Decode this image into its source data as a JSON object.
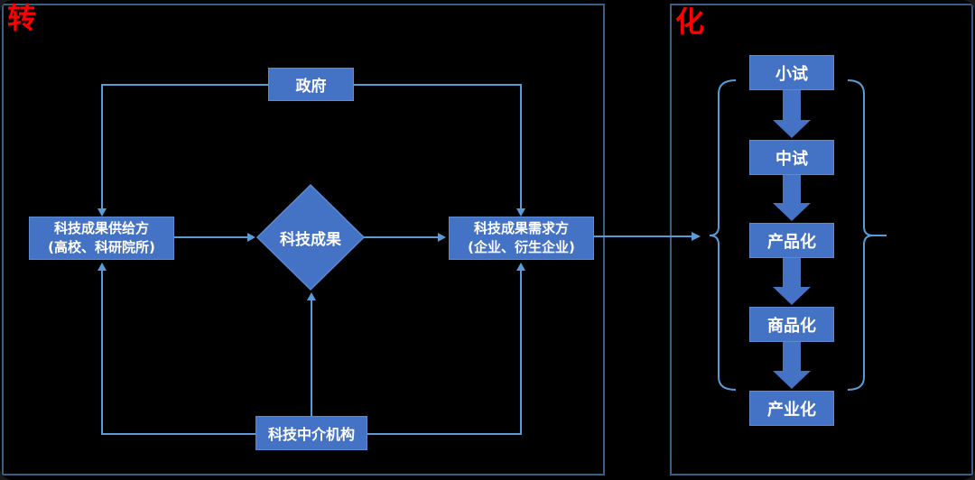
{
  "colors": {
    "background": "#000000",
    "panel_border": "#3a5f85",
    "connector": "#5b9bd5",
    "box_fill": "#4472c4",
    "box_text": "#ffffff",
    "corner_label_red": "#ff0000"
  },
  "left_panel": {
    "label": "转",
    "nodes": {
      "government": "政府",
      "supplier_line1": "科技成果供给方",
      "supplier_line2": "(高校、科研院所)",
      "achievement": "科技成果",
      "demander_line1": "科技成果需求方",
      "demander_line2": "(企业、衍生企业)",
      "intermediary": "科技中介机构"
    }
  },
  "right_panel": {
    "label": "化",
    "stages": [
      "小试",
      "中试",
      "产品化",
      "商品化",
      "产业化"
    ]
  }
}
